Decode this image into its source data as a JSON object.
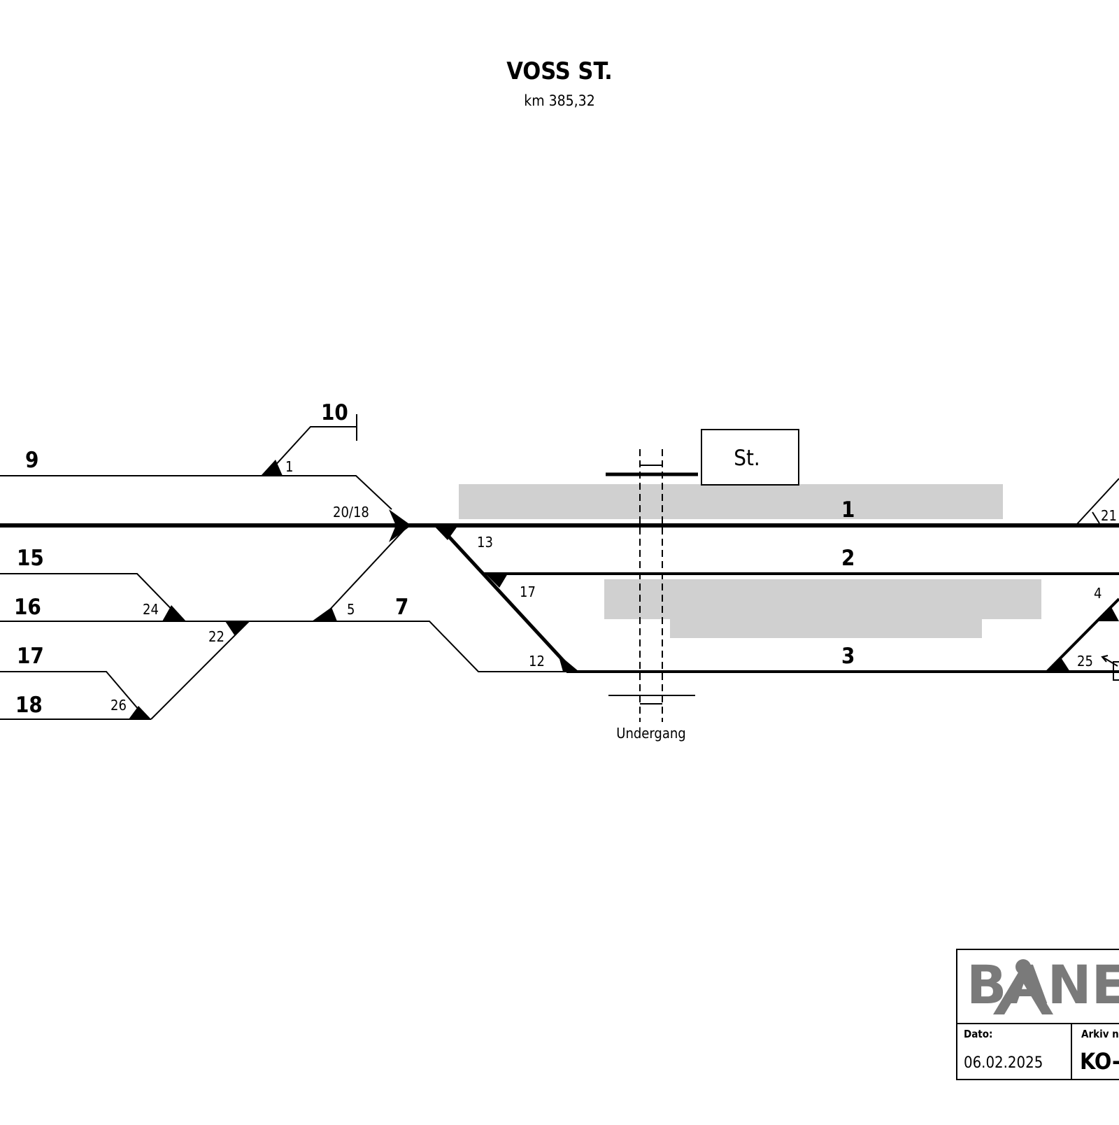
{
  "station": {
    "title": "VOSS ST.",
    "km": "km 385,32",
    "building_label": "St.",
    "underpass_label": "Undergang"
  },
  "tracks": [
    "9",
    "10",
    "1",
    "2",
    "3",
    "7",
    "15",
    "16",
    "17",
    "18"
  ],
  "switches": [
    "1",
    "20/18",
    "13",
    "17",
    "12",
    "5",
    "24",
    "22",
    "26",
    "21",
    "4",
    "25"
  ],
  "title_block": {
    "logo_text": "BANE",
    "date_label": "Dato:",
    "date_value": "06.02.2025",
    "archive_label": "Arkiv n",
    "archive_value": "KO-"
  }
}
